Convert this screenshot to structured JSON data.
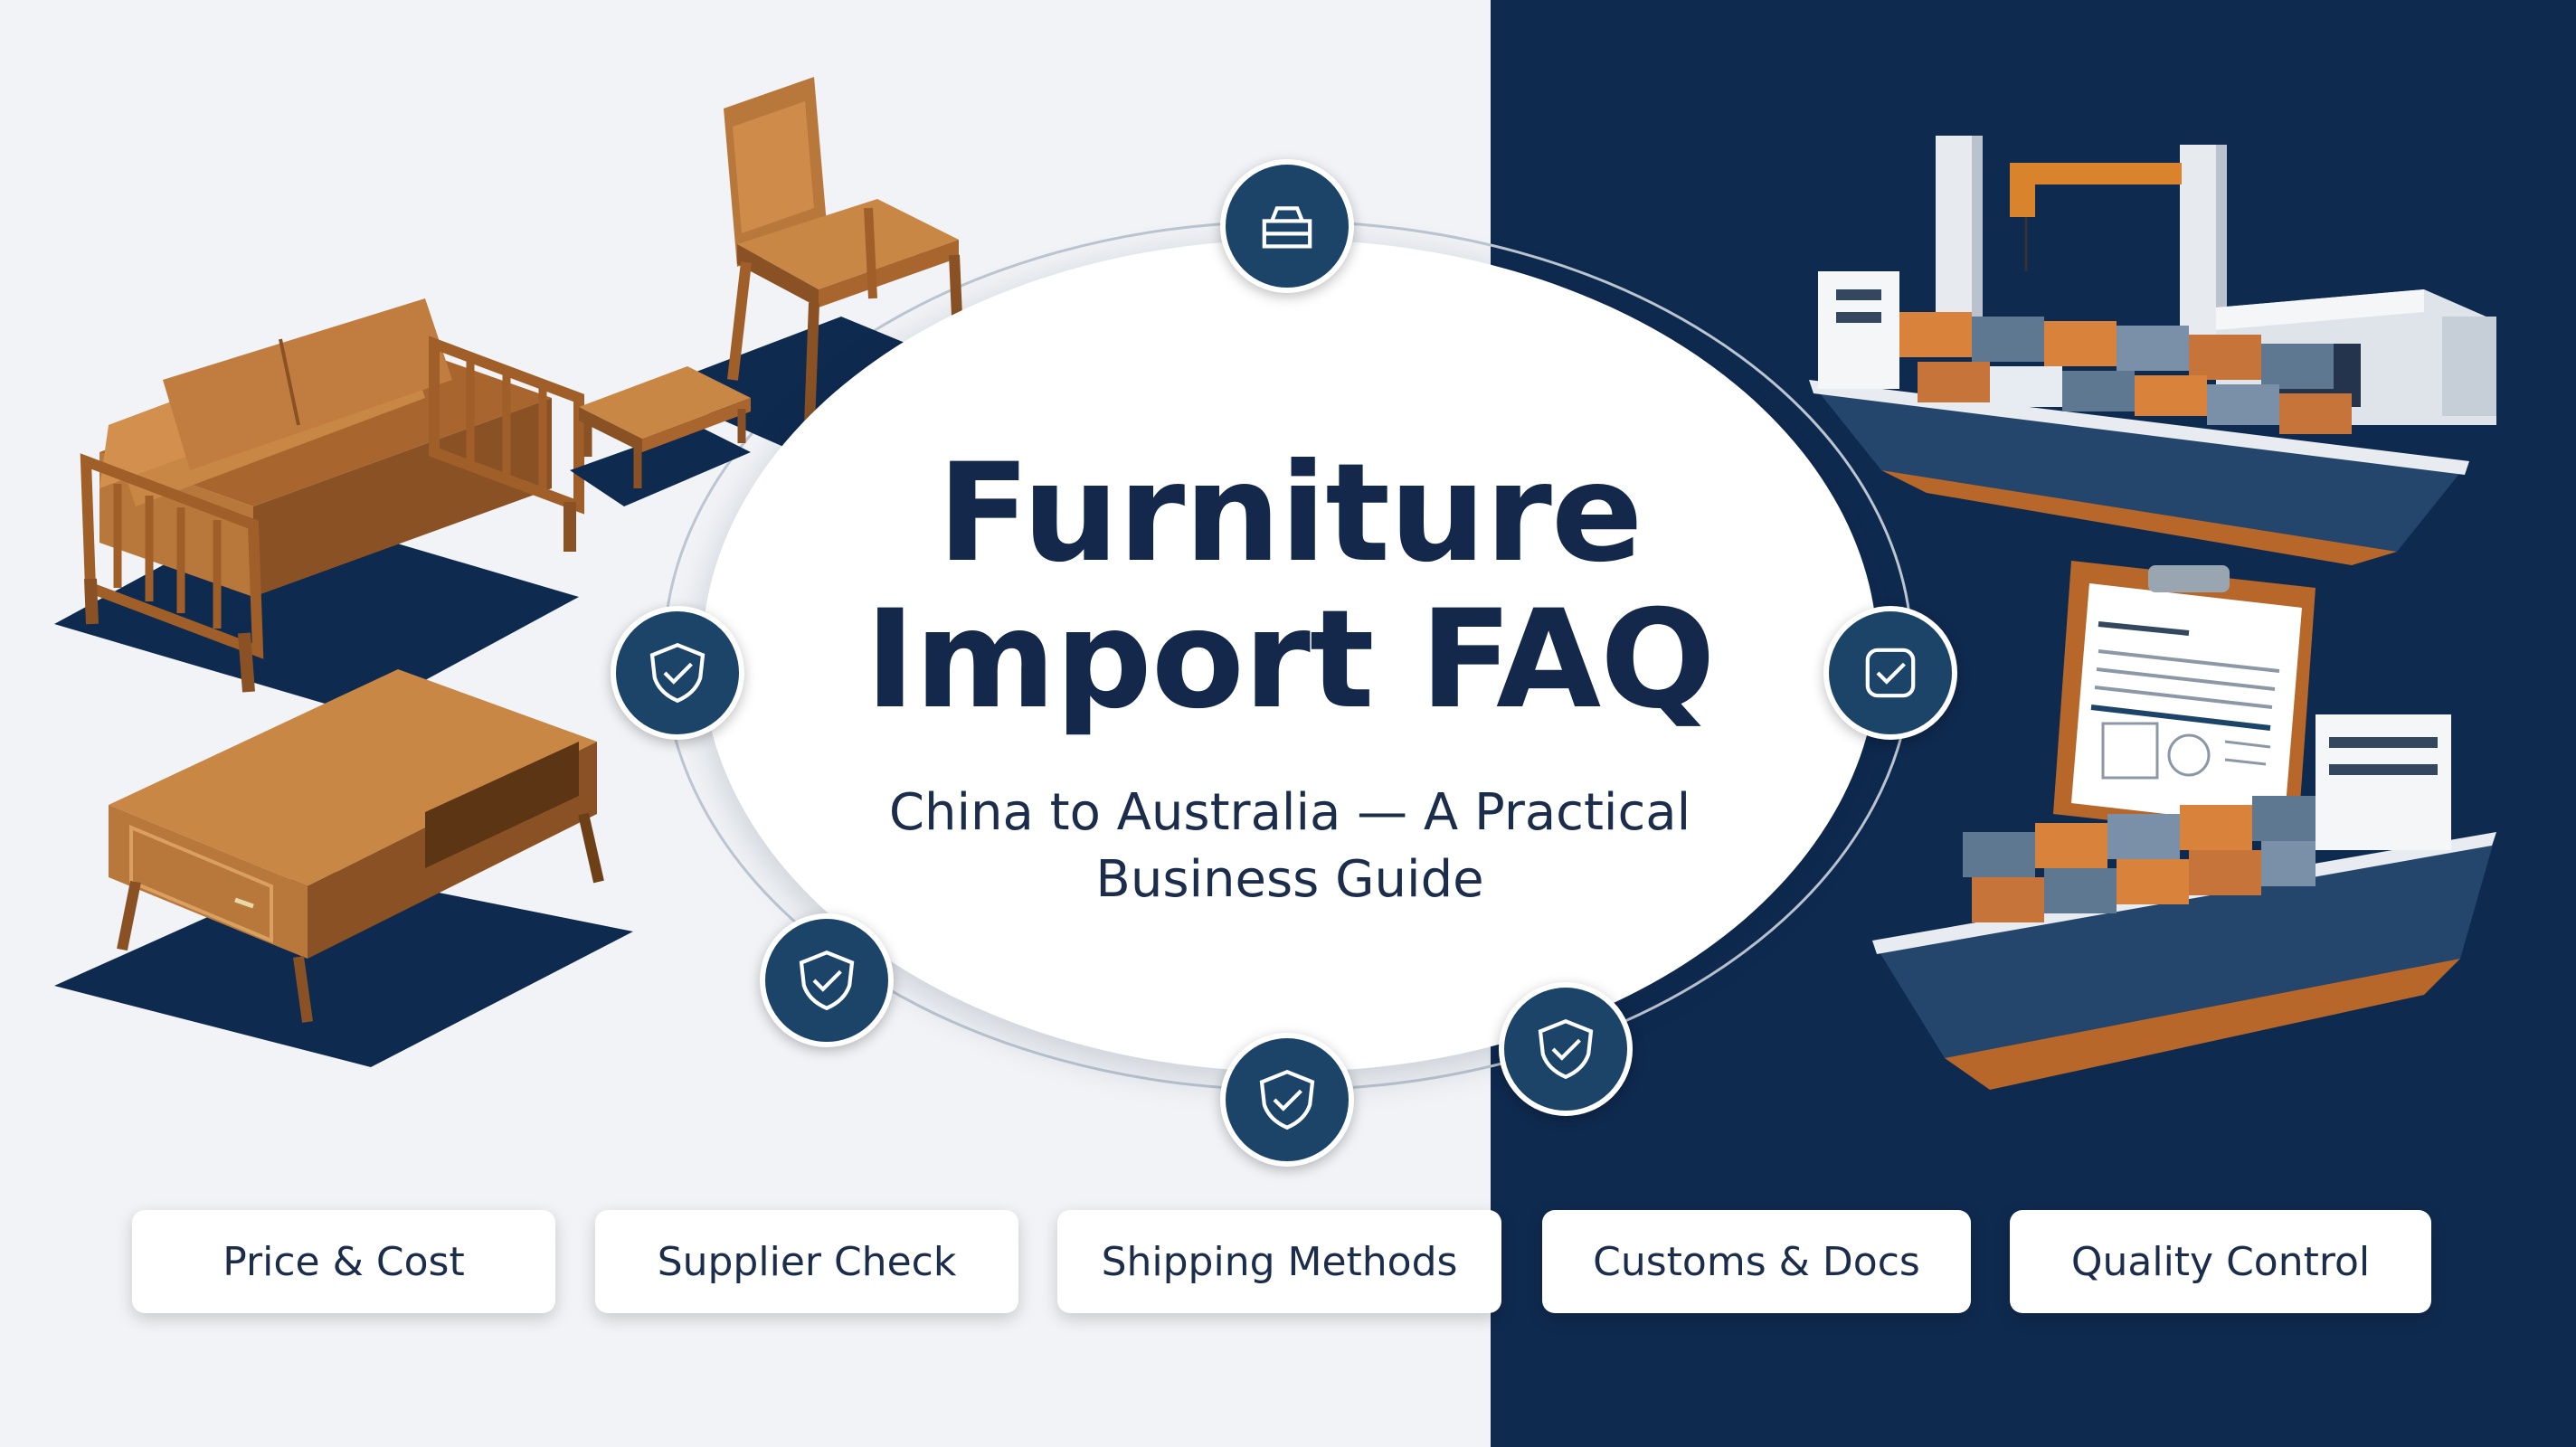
{
  "title_line1": "Furniture",
  "title_line2": "Import FAQ",
  "subtitle_line1": "China to Australia — A Practical",
  "subtitle_line2": "Business Guide",
  "categories": [
    {
      "label": "Price & Cost"
    },
    {
      "label": "Supplier Check"
    },
    {
      "label": "Shipping Methods"
    },
    {
      "label": "Customs & Docs"
    },
    {
      "label": "Quality Control"
    }
  ],
  "badges": [
    {
      "icon": "cargo-icon"
    },
    {
      "icon": "shield-icon"
    },
    {
      "icon": "checkmark-icon"
    },
    {
      "icon": "shield-check-icon"
    },
    {
      "icon": "shield-check-icon"
    },
    {
      "icon": "shield-check-icon"
    }
  ],
  "colors": {
    "navy": "#0f2a4f",
    "wood": "#c07a3c",
    "light_bg": "#f1f3f6",
    "badge": "#1c4468"
  }
}
